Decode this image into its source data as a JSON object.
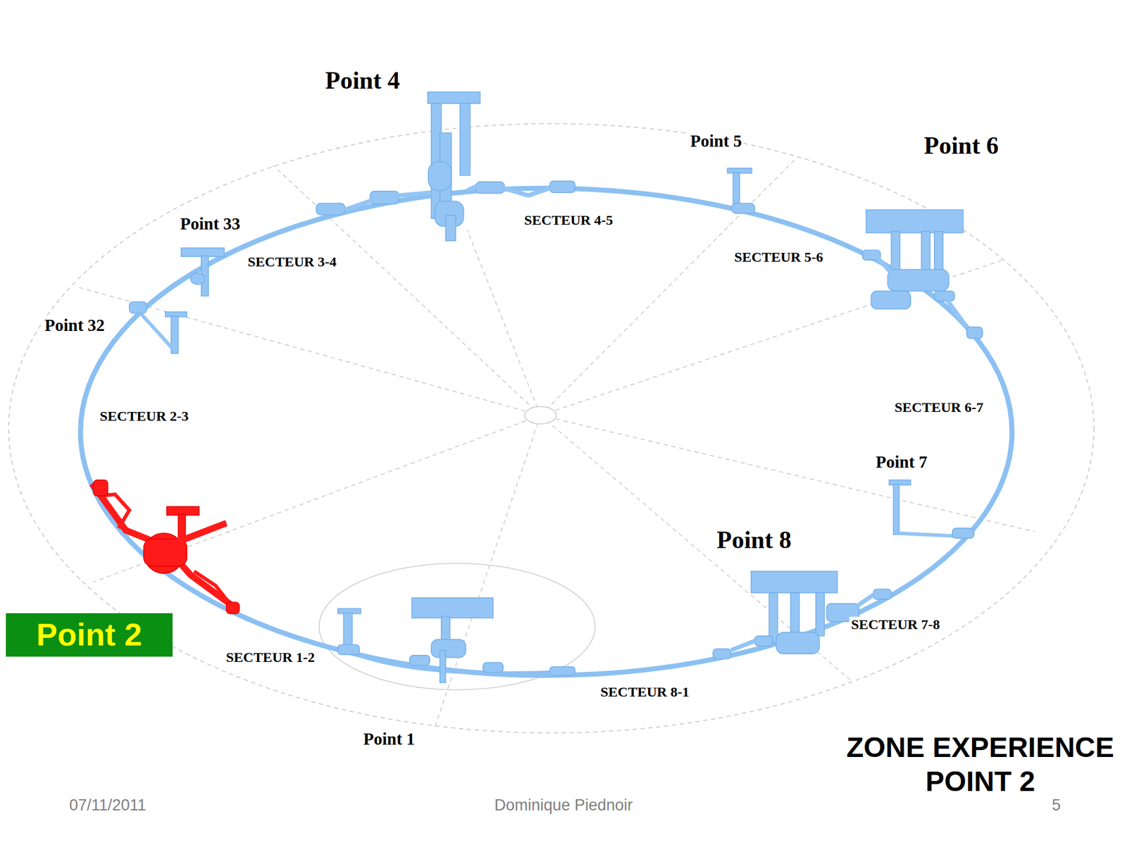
{
  "diagram": {
    "caption": "ZONE EXPERIENCE POINT 2",
    "nodes": [
      {
        "text": [
          "Point 2"
        ]
      }
    ],
    "labels": [
      "Point 4",
      "Point 5",
      "Point 6",
      "Point 33",
      "SECTEUR 3-4",
      "SECTEUR 4-5",
      "SECTEUR 5-6",
      "Point 32",
      "SECTEUR 2-3",
      "SECTEUR 6-7",
      "Point 7",
      "Point 8",
      "SECTEUR 7-8",
      "SECTEUR 1-2",
      "SECTEUR 8-1",
      "Point 1",
      "07/11/2011",
      "Dominique Piednoir",
      "5"
    ]
  }
}
